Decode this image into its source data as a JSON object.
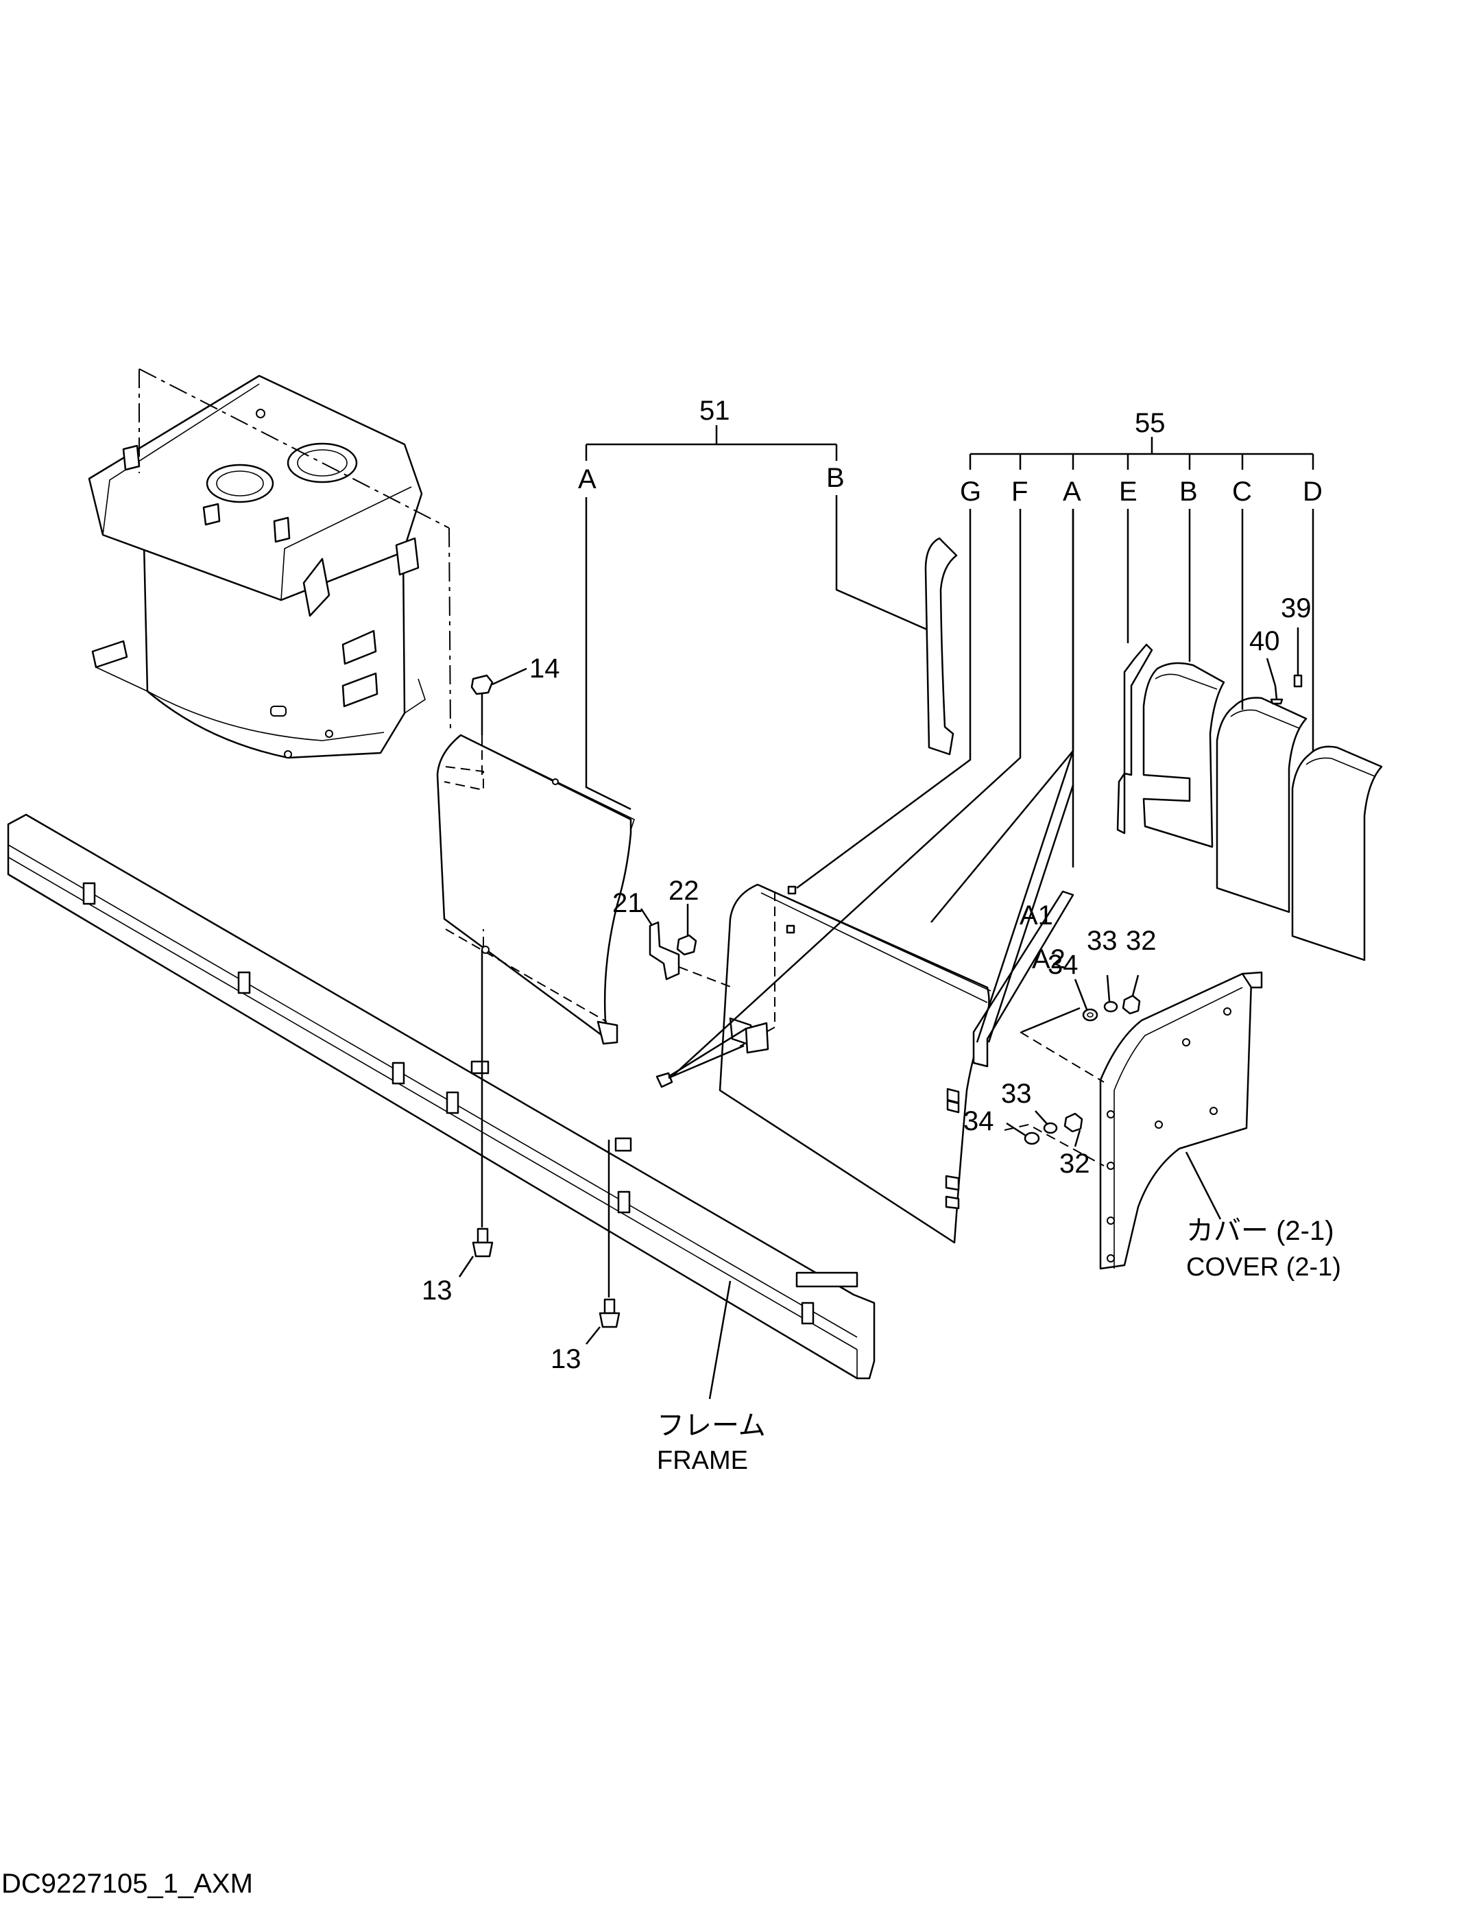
{
  "labels": {
    "n51": "51",
    "n55": "55",
    "a51": "A",
    "b51": "B",
    "g55": "G",
    "f55": "F",
    "a55": "A",
    "e55": "E",
    "b55": "B",
    "c55": "C",
    "d55": "D",
    "n14": "14",
    "n22": "22",
    "n21": "21",
    "a1": "A1",
    "a2": "A2",
    "n34a": "34",
    "n33a": "33",
    "n32a": "32",
    "n33b": "33",
    "n34b": "34",
    "n32b": "32",
    "n39": "39",
    "n40": "40",
    "n13a": "13",
    "n13b": "13"
  },
  "callouts": {
    "cover_jp": "カバー (2-1)",
    "cover_en": "COVER (2-1)",
    "frame_jp": "フレーム",
    "frame_en": "FRAME"
  },
  "document_code": "DC9227105_1_AXM"
}
